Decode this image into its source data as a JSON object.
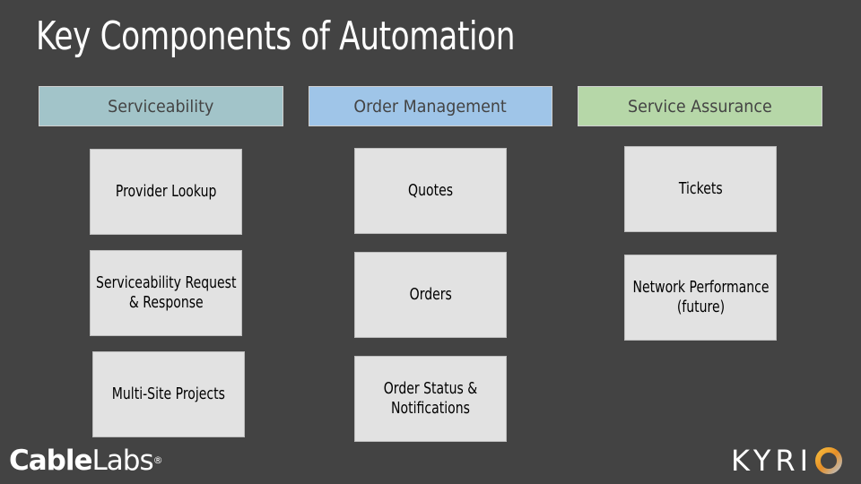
{
  "title": "Key Components of Automation",
  "colors": {
    "background": "#434343",
    "serviceability_header": "#a2c4c9",
    "order_management_header": "#9fc5e8",
    "service_assurance_header": "#b6d7a8",
    "box_fill": "#e2e2e2"
  },
  "columns": [
    {
      "header": "Serviceability",
      "items": [
        "Provider Lookup",
        "Serviceability Request\n& Response",
        "Multi-Site Projects"
      ]
    },
    {
      "header": "Order Management",
      "items": [
        "Quotes",
        "Orders",
        "Order Status &\nNotifications"
      ]
    },
    {
      "header": "Service Assurance",
      "items": [
        "Tickets",
        "Network Performance\n(future)"
      ]
    }
  ],
  "logos": {
    "left_bold": "Cable",
    "left_regular": "Labs",
    "left_mark": "®",
    "right_word": "KYRI",
    "right_icon": "ring-o-logo-icon"
  }
}
